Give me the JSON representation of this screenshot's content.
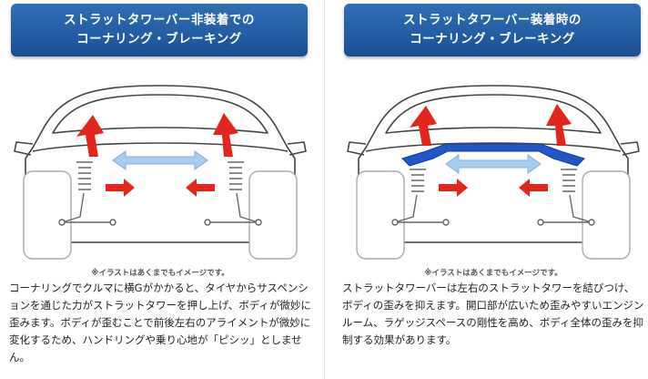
{
  "left": {
    "header_line1": "ストラットタワーバー非装着での",
    "header_line2": "コーナリング・ブレーキング",
    "note": "※イラストはあくまでもイメージです。",
    "description": "コーナリングでクルマに横Gがかかると、タイヤからサスペンションを通じた力がストラットタワーを押し上げ、ボディが微妙に歪みます。ボディが歪むことで前後左右のアライメントが微妙に変化するため、ハンドリングや乗り心地が「ピシッ」としません。"
  },
  "right": {
    "header_line1": "ストラットタワーバー装着時の",
    "header_line2": "コーナリング・ブレーキング",
    "note": "※イラストはあくまでもイメージです。",
    "description": "ストラットタワーバーは左右のストラットタワーを結びつけ、ボディの歪みを抑えます。開口部が広いため歪みやすいエンジンルーム、ラゲッジスペースの剛性を高め、ボディ全体の歪みを抑制する効果があります。"
  },
  "colors": {
    "header_blue": "#1f5a9f",
    "arrow_red": "#e3261b",
    "arrow_blue": "#7fb2e0",
    "bar_blue": "#1f56c8"
  }
}
